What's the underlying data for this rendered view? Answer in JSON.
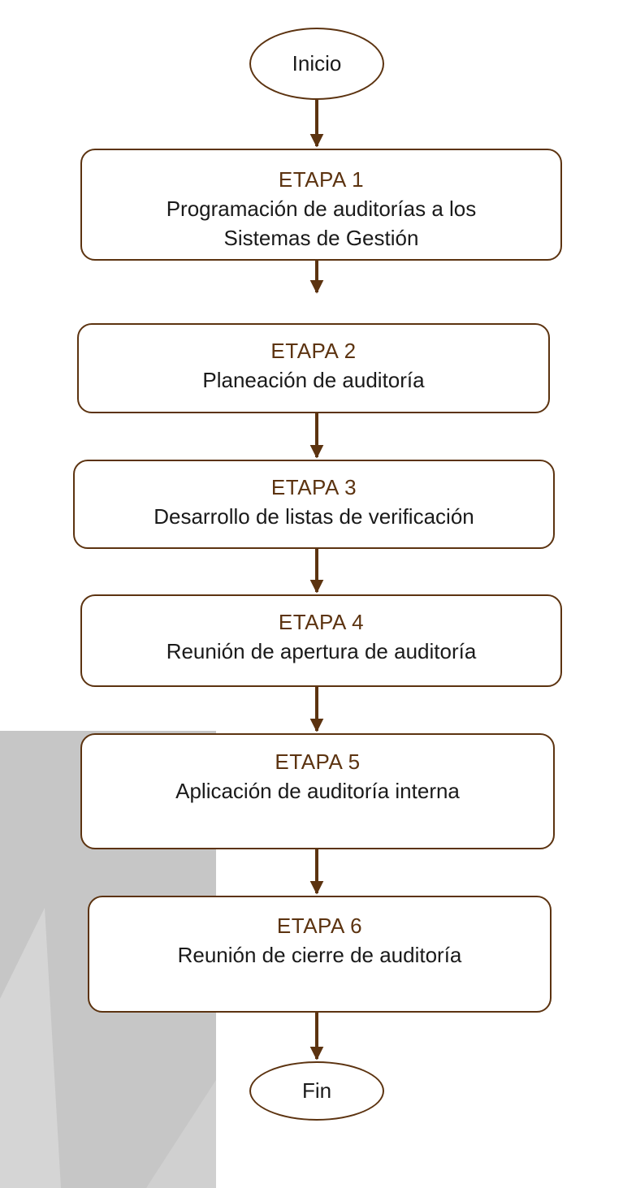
{
  "colors": {
    "accent": "#5c3310",
    "text": "#1a1a1a",
    "background_panel": "#c6c6c6",
    "background_shape": "#d5d5d5"
  },
  "start": {
    "label": "Inicio"
  },
  "steps": [
    {
      "title": "ETAPA 1",
      "description": "Programación de auditorías a los Sistemas de Gestión"
    },
    {
      "title": "ETAPA 2",
      "description": "Planeación de auditoría"
    },
    {
      "title": "ETAPA 3",
      "description": "Desarrollo de listas de verificación"
    },
    {
      "title": "ETAPA 4",
      "description": "Reunión de apertura de auditoría"
    },
    {
      "title": "ETAPA 5",
      "description": "Aplicación de auditoría interna"
    },
    {
      "title": "ETAPA 6",
      "description": "Reunión de cierre de auditoría"
    }
  ],
  "end": {
    "label": "Fin"
  }
}
